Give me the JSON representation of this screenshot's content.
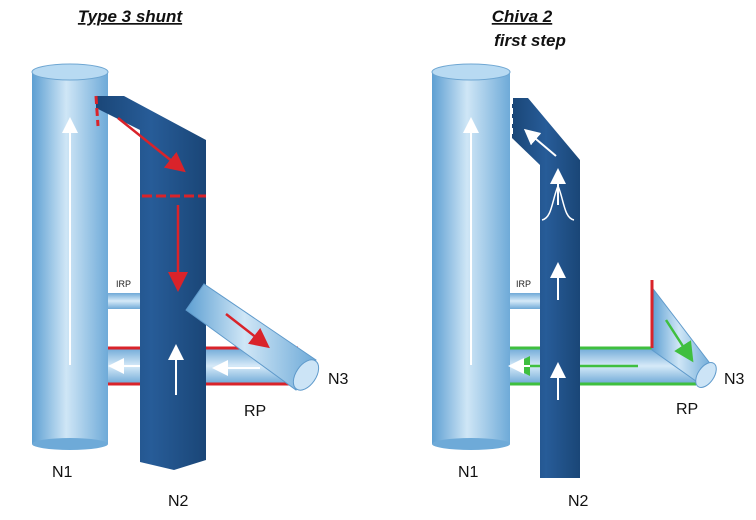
{
  "left_panel": {
    "title": "Type 3 shunt",
    "labels": {
      "n1": "N1",
      "n2": "N2",
      "n3": "N3",
      "rp": "RP",
      "irp": "IRP"
    }
  },
  "right_panel": {
    "title": "Chiva 2",
    "subtitle": "first step",
    "labels": {
      "n1": "N1",
      "n2": "N2",
      "n3": "N3",
      "rp": "RP",
      "irp": "IRP"
    }
  },
  "colors": {
    "light_vein": "#8fbfe3",
    "dark_vein": "#1f4f86",
    "reflux_red": "#d9232a",
    "flow_white": "#ffffff",
    "green": "#3fbf3f"
  }
}
